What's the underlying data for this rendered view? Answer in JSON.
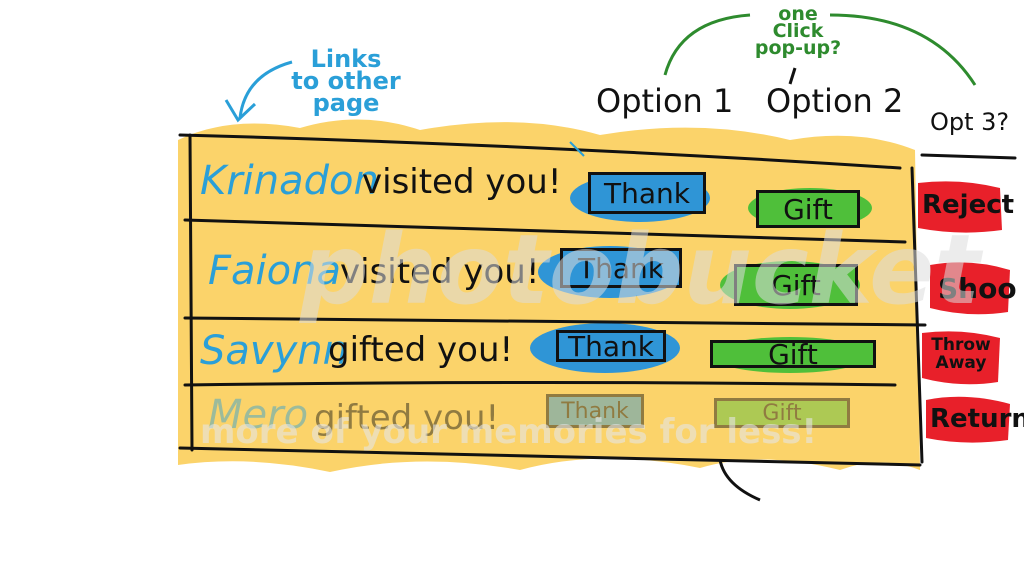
{
  "annotations": {
    "links_note": [
      "Links",
      "to other",
      "page"
    ],
    "popup_note": [
      "one",
      "Click",
      "pop-up?"
    ]
  },
  "columns": {
    "option1": "Option 1",
    "option2": "Option 2",
    "option3": "Opt 3?"
  },
  "rows": [
    {
      "name": "Krinadon",
      "action": "visited you!",
      "thank": "Thank",
      "gift": "Gift",
      "side": "Reject"
    },
    {
      "name": "Faiona",
      "action": "visited you!",
      "thank": "Thank",
      "gift": "Gift",
      "side": "Shoo"
    },
    {
      "name": "Savynn",
      "action": "gifted you!",
      "thank": "Thank",
      "gift": "Gift",
      "side": "Throw Away"
    },
    {
      "name": "Mero",
      "action": "gifted you!",
      "thank": "Thank",
      "gift": "Gift",
      "side": "Return"
    }
  ],
  "watermark": {
    "logo": "photobucket",
    "tagline": "more of your memories for less!"
  },
  "colors": {
    "highlight": "#fbd36a",
    "name_blue": "#2a9fd8",
    "thank_blue": "#2f95d6",
    "gift_green": "#4fbf3a",
    "side_red": "#e8202a",
    "note_green": "#2e8b2e"
  }
}
